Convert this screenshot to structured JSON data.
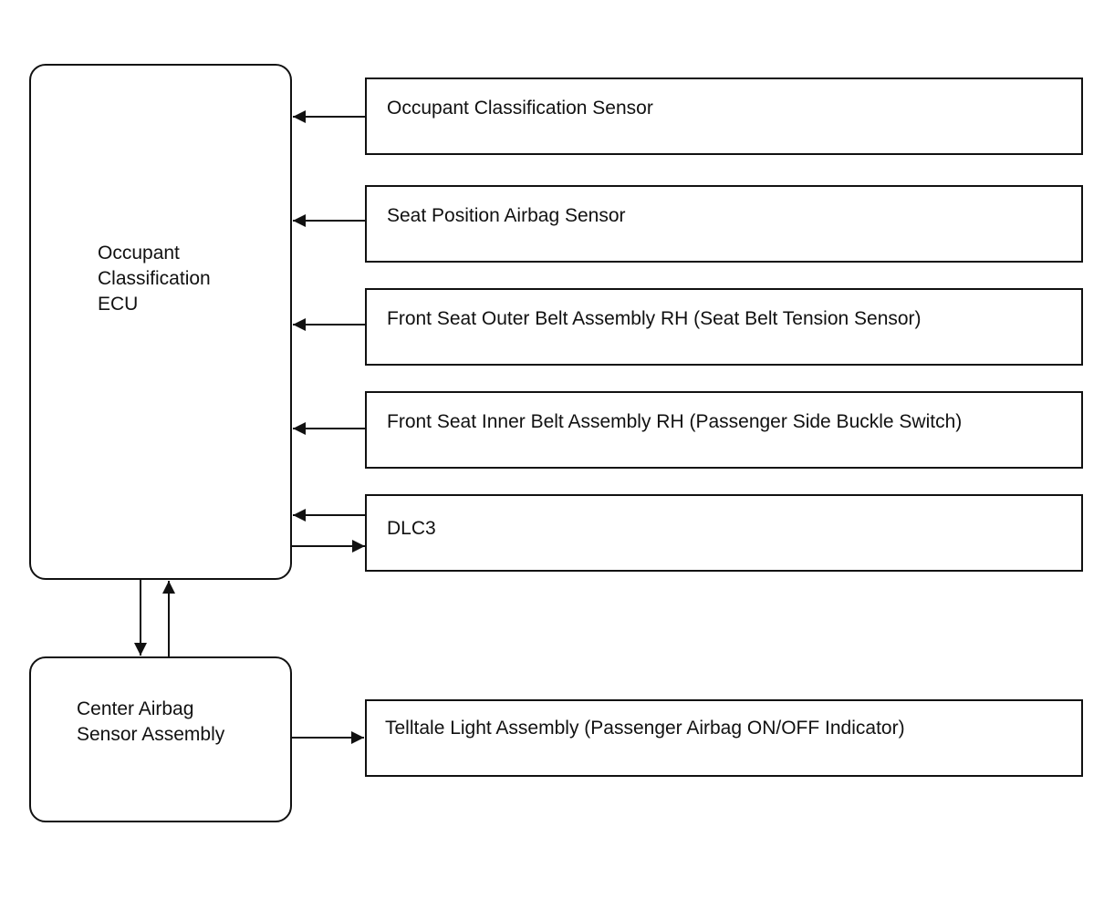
{
  "diagram": {
    "ecu": {
      "lines": [
        "Occupant",
        "Classification",
        "ECU"
      ]
    },
    "center_sensor": {
      "lines": [
        "Center Airbag",
        "Sensor Assembly"
      ]
    },
    "inputs": [
      {
        "label": "Occupant Classification Sensor"
      },
      {
        "label": "Seat Position Airbag Sensor"
      },
      {
        "label": "Front Seat Outer Belt Assembly RH (Seat Belt Tension Sensor)"
      },
      {
        "label": "Front Seat Inner Belt Assembly RH (Passenger Side Buckle Switch)"
      },
      {
        "label": "DLC3"
      }
    ],
    "telltale": {
      "label": "Telltale Light Assembly (Passenger Airbag ON/OFF Indicator)"
    }
  }
}
